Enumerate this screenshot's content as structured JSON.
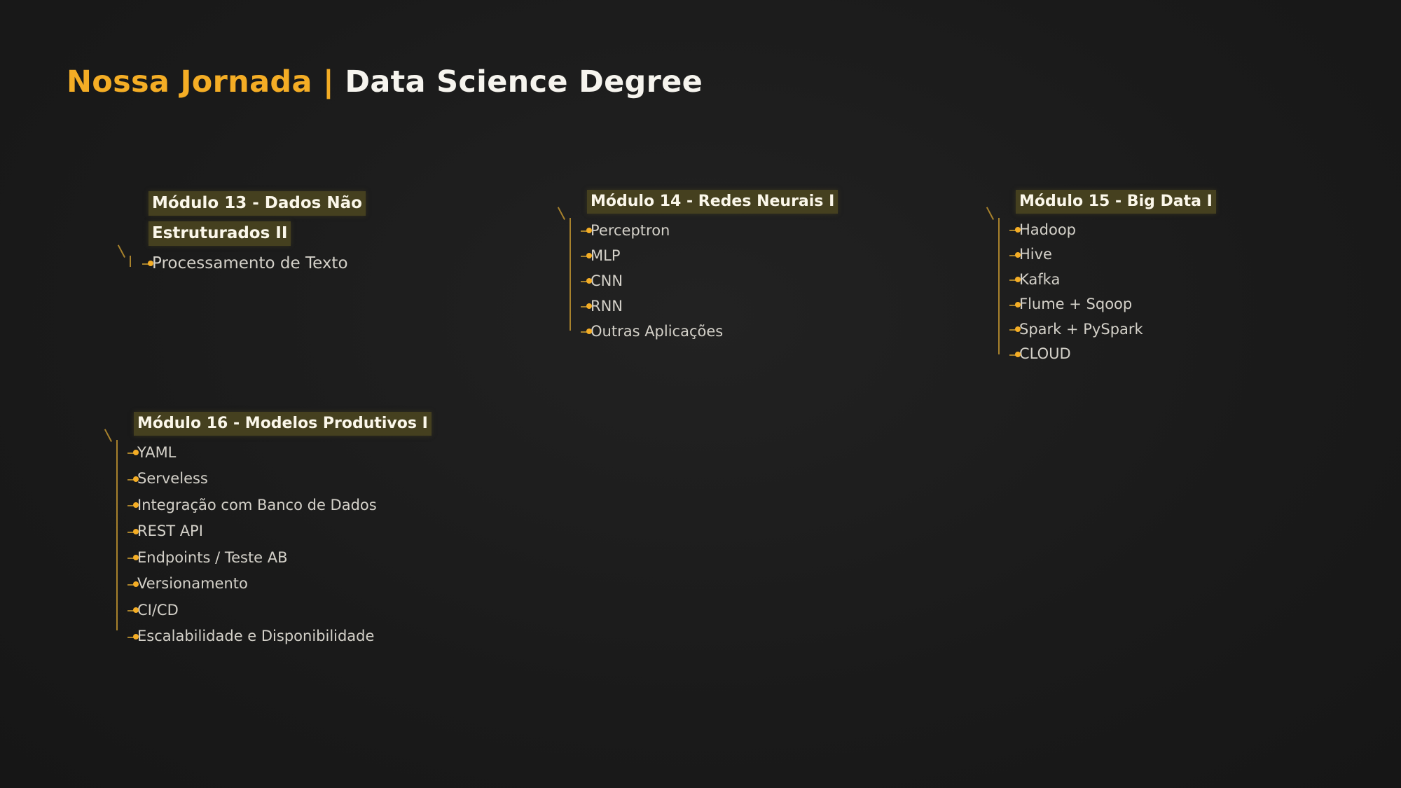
{
  "header": {
    "title_accent": "Nossa Jornada |",
    "title_main": "Data Science Degree"
  },
  "modules": [
    {
      "title_line1": "Módulo 13 - Dados Não",
      "title_line2": "Estruturados II",
      "items": [
        "Processamento de Texto"
      ]
    },
    {
      "title": "Módulo 14 - Redes Neurais I",
      "items": [
        "Perceptron",
        "MLP",
        "CNN",
        "RNN",
        "Outras Aplicações"
      ]
    },
    {
      "title": "Módulo 15 - Big Data I",
      "items": [
        "Hadoop",
        "Hive",
        "Kafka",
        "Flume + Sqoop",
        "Spark + PySpark",
        "CLOUD"
      ]
    },
    {
      "title": "Módulo 16 - Modelos Produtivos I",
      "items": [
        "YAML",
        "Serveless",
        "Integração com Banco de Dados",
        "REST API",
        "Endpoints / Teste AB",
        "Versionamento",
        "CI/CD",
        "Escalabilidade e Disponibilidade"
      ]
    }
  ],
  "colors": {
    "accent": "#f4ad25",
    "background": "#1b1b1b",
    "title_highlight": "#45401f"
  }
}
